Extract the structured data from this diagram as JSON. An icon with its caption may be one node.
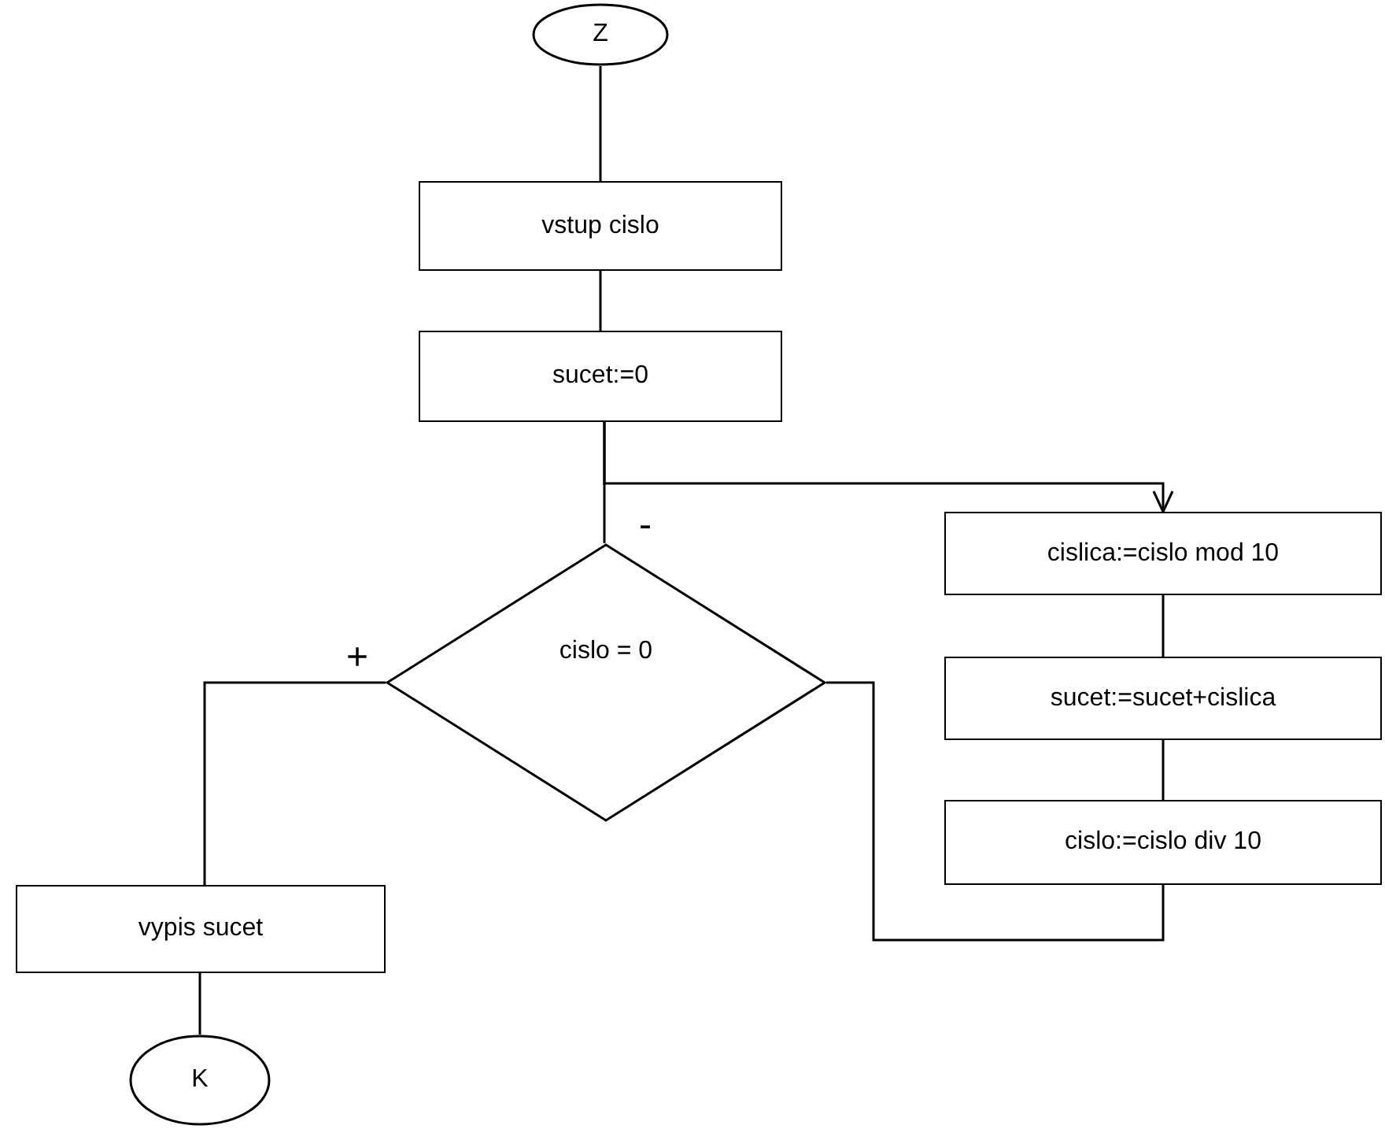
{
  "diagram": {
    "nodes": [
      {
        "text": [
          "Z"
        ]
      },
      {
        "text": [
          "vstup cislo"
        ]
      },
      {
        "text": [
          "sucet:=0"
        ]
      },
      {
        "text": [
          "cislo = 0"
        ]
      },
      {
        "text": [
          "cislica:=cislo mod 10"
        ]
      },
      {
        "text": [
          "sucet:=sucet+cislica"
        ]
      },
      {
        "text": [
          "cislo:=cislo div 10"
        ]
      },
      {
        "text": [
          "vypis sucet"
        ]
      },
      {
        "text": [
          "K"
        ]
      }
    ],
    "edges": [
      {
        "from": 0,
        "to": 1,
        "arrow": "none"
      },
      {
        "from": 1,
        "to": 2,
        "arrow": "none"
      },
      {
        "from": 2,
        "to": 3,
        "arrow": "none"
      },
      {
        "from": 2,
        "to": 4,
        "arrow": "to"
      },
      {
        "from": 4,
        "to": 5,
        "arrow": "none"
      },
      {
        "from": 5,
        "to": 6,
        "arrow": "none"
      },
      {
        "from": 3,
        "to": 6,
        "arrow": "none"
      },
      {
        "from": 3,
        "to": 7,
        "arrow": "none"
      },
      {
        "from": 7,
        "to": 8,
        "arrow": "none"
      }
    ],
    "labels": [
      "-",
      "+"
    ]
  }
}
